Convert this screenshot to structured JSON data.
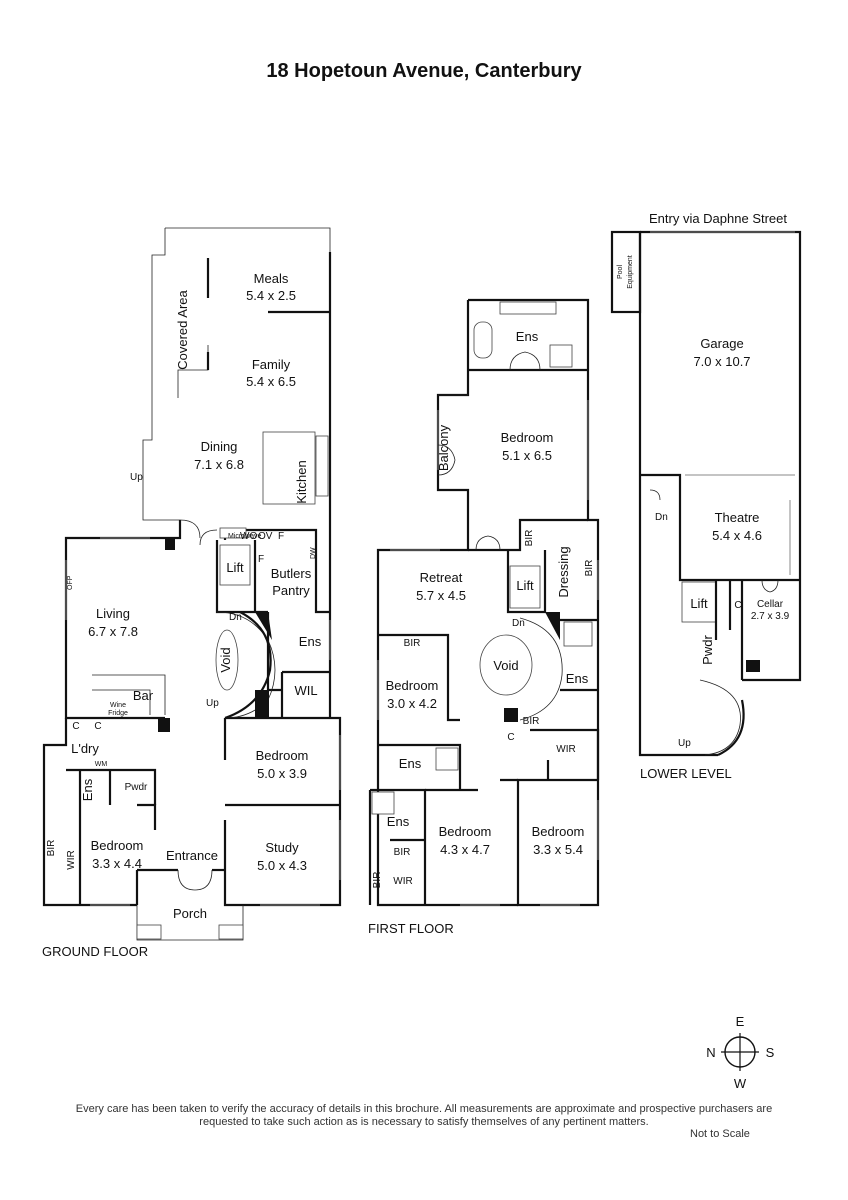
{
  "title": "18 Hopetoun Avenue, Canterbury",
  "ground_floor": {
    "label": "GROUND FLOOR",
    "rooms": {
      "meals": {
        "name": "Meals",
        "dim": "5.4 x 2.5"
      },
      "family": {
        "name": "Family",
        "dim": "5.4 x 6.5"
      },
      "dining": {
        "name": "Dining",
        "dim": "7.1 x 6.8"
      },
      "living": {
        "name": "Living",
        "dim": "6.7 x 7.8"
      },
      "bedroom_front": {
        "name": "Bedroom",
        "dim": "5.0 x 3.9"
      },
      "study": {
        "name": "Study",
        "dim": "5.0 x 4.3"
      },
      "bedroom_left": {
        "name": "Bedroom",
        "dim": "3.3 x 4.4"
      }
    },
    "labels": {
      "covered_area": "Covered Area",
      "kitchen": "Kitchen",
      "lift": "Lift",
      "butlers": "Butlers",
      "pantry": "Pantry",
      "void": "Void",
      "ens": "Ens",
      "wil": "WIL",
      "bar": "Bar",
      "wine": "Wine",
      "fridge": "Fridge",
      "ldry": "L'dry",
      "pwdr": "Pwdr",
      "ens_left": "Ens",
      "bir": "BIR",
      "wir": "WIR",
      "entrance": "Entrance",
      "porch": "Porch",
      "up": "Up",
      "dn": "Dn",
      "up2": "Up",
      "ofp": "OFP",
      "c1": "C",
      "c2": "C",
      "microwave": "Microwave",
      "wo": "WO",
      "ov": "OV",
      "f1": "F",
      "f2": "F",
      "dw": "DW",
      "wm": "WM"
    }
  },
  "first_floor": {
    "label": "FIRST FLOOR",
    "rooms": {
      "bedroom_master": {
        "name": "Bedroom",
        "dim": "5.1 x 6.5"
      },
      "retreat": {
        "name": "Retreat",
        "dim": "5.7 x 4.5"
      },
      "bedroom_a": {
        "name": "Bedroom",
        "dim": "3.0 x 4.2"
      },
      "bedroom_b": {
        "name": "Bedroom",
        "dim": "4.3 x 4.7"
      },
      "bedroom_c": {
        "name": "Bedroom",
        "dim": "3.3 x 5.4"
      }
    },
    "labels": {
      "ens_master": "Ens",
      "balcony": "Balcony",
      "lift": "Lift",
      "dressing": "Dressing",
      "bir_a": "BIR",
      "bir_b": "BIR",
      "bir_c": "BIR",
      "bir_d": "BIR",
      "bir_e": "BIR",
      "bir_f": "BIR",
      "void": "Void",
      "ens_a": "Ens",
      "ens_b": "Ens",
      "ens_c": "Ens",
      "wir_a": "WIR",
      "wir_b": "WIR",
      "c": "C",
      "dn": "Dn"
    }
  },
  "lower_level": {
    "label": "LOWER LEVEL",
    "entry": "Entry via Daphne Street",
    "rooms": {
      "garage": {
        "name": "Garage",
        "dim": "7.0 x 10.7"
      },
      "theatre": {
        "name": "Theatre",
        "dim": "5.4 x 4.6"
      },
      "cellar": {
        "name": "Cellar",
        "dim": "2.7 x 3.9"
      }
    },
    "labels": {
      "pool": "Pool",
      "equipment": "Equipment",
      "lift": "Lift",
      "c": "C",
      "pwdr": "Pwdr",
      "dn": "Dn",
      "up": "Up"
    }
  },
  "compass": {
    "n": "N",
    "e": "E",
    "s": "S",
    "w": "W"
  },
  "disclaimer": "Every care has been taken to verify the accuracy of details in this brochure. All measurements are approximate and prospective purchasers are requested to take such action as is necessary to satisfy themselves of any pertinent matters.",
  "not_to_scale": "Not to Scale"
}
